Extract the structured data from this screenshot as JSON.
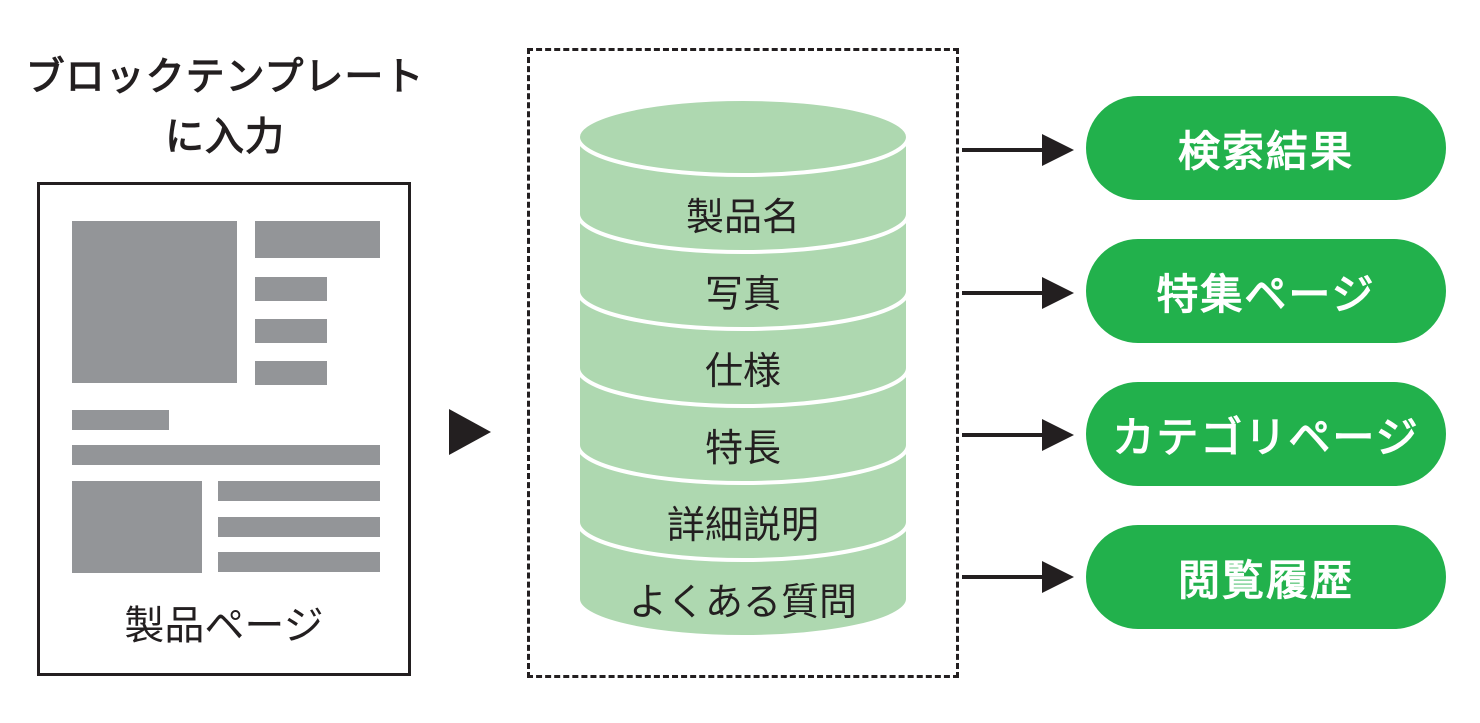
{
  "heading": {
    "line1": "ブロックテンプレート",
    "line2": "に入力"
  },
  "page_mockup": {
    "caption": "製品ページ"
  },
  "database": {
    "fields": [
      "製品名",
      "写真",
      "仕様",
      "特長",
      "詳細説明",
      "よくある質問"
    ],
    "fill_color": "#aed8b0"
  },
  "outputs": [
    "検索結果",
    "特集ページ",
    "カテゴリページ",
    "閲覧履歴"
  ],
  "colors": {
    "pill": "#22b14c",
    "placeholder": "#939598",
    "ink": "#231f20"
  }
}
